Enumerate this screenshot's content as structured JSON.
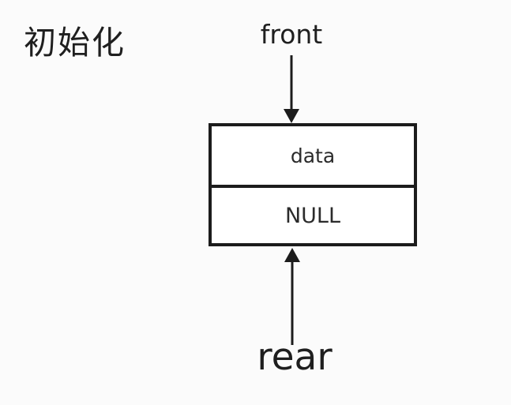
{
  "diagram": {
    "title": "初始化",
    "pointers": {
      "front": "front",
      "rear": "rear"
    },
    "node": {
      "cells": [
        {
          "label": "data"
        },
        {
          "label": "NULL"
        }
      ]
    },
    "colors": {
      "background": "#fbfbfb",
      "stroke": "#1c1c1c",
      "text": "#1f1f1f",
      "node_fill": "#ffffff"
    }
  }
}
